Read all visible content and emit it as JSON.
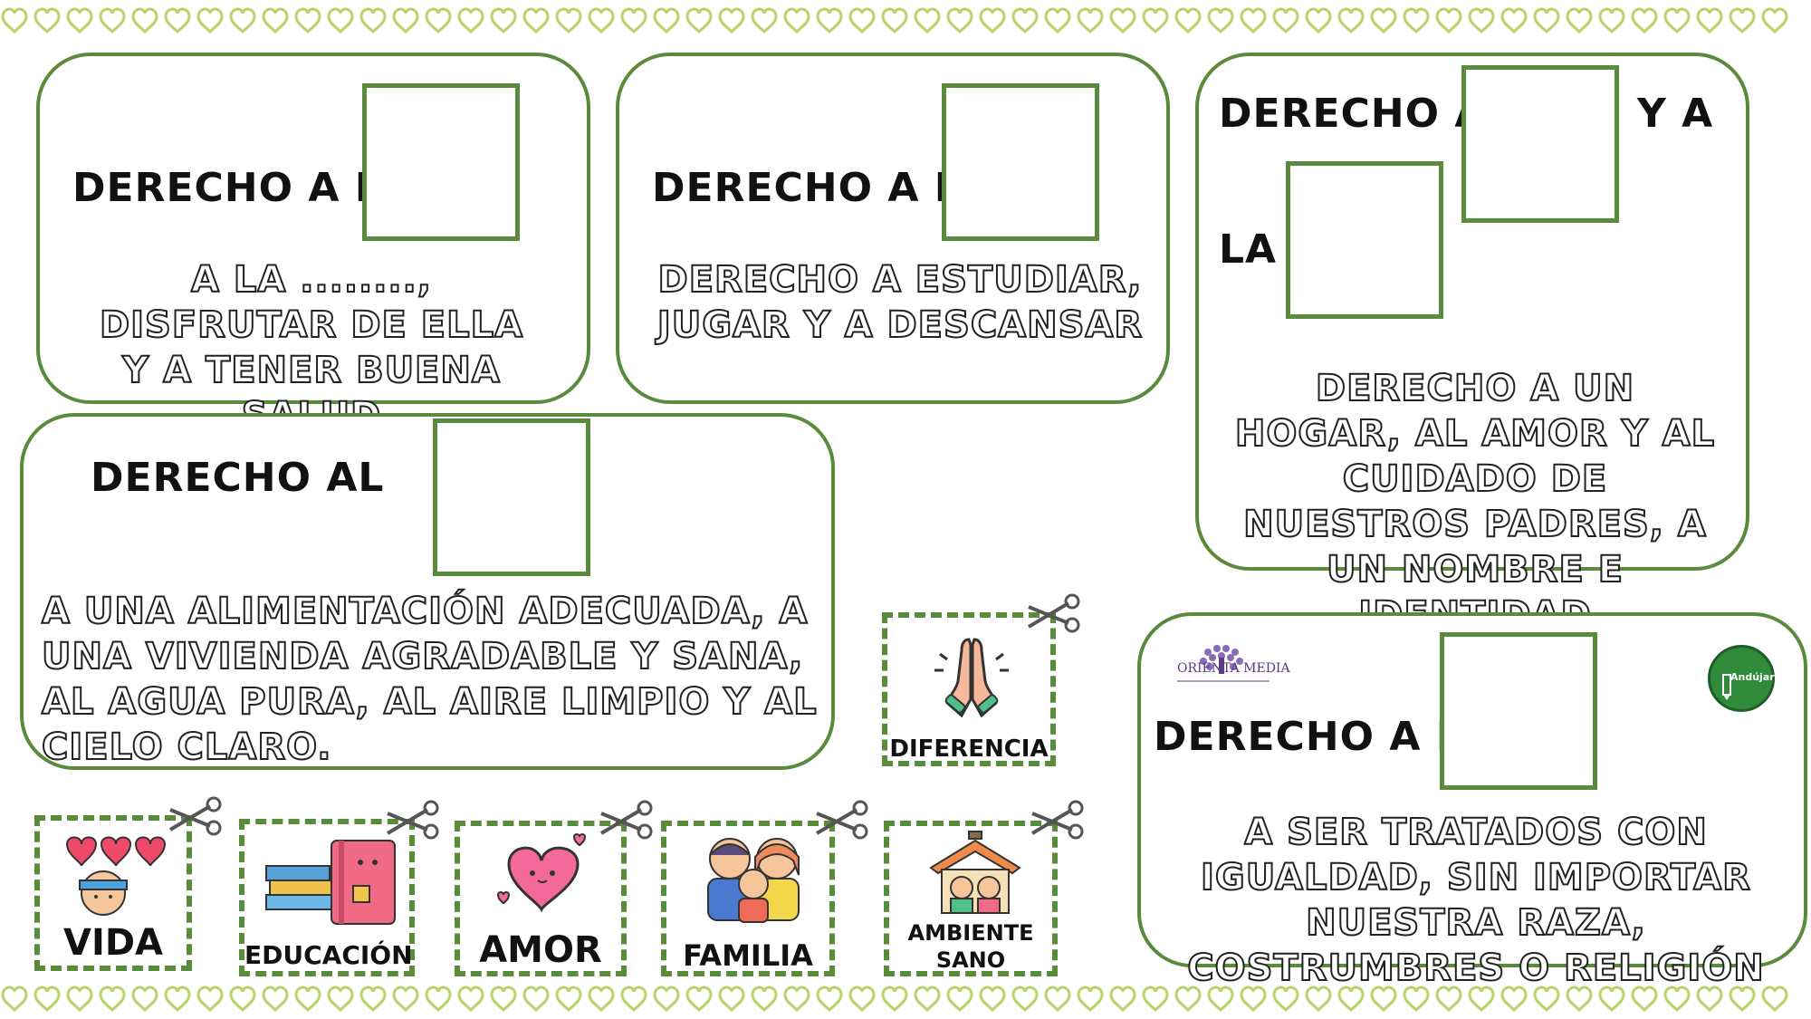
{
  "cards": {
    "vida": {
      "title": "DERECHO A LA",
      "description": "A LA ........, DISFRUTAR DE ELLA Y A TENER BUENA SALUD"
    },
    "educacion": {
      "title": "DERECHO A LA",
      "description": "DERECHO A ESTUDIAR, JUGAR Y A DESCANSAR"
    },
    "familia": {
      "title_part1": "DERECHO AL",
      "title_part2": "Y A",
      "title_part3": "LA",
      "description": "DERECHO A UN HOGAR, AL AMOR Y AL CUIDADO DE NUESTROS PADRES, A UN NOMBRE E IDENTIDAD"
    },
    "ambiente": {
      "title": "DERECHO AL",
      "description": "A UNA ALIMENTACIÓN ADECUADA, A UNA VIVIENDA AGRADABLE Y SANA, AL AGUA PURA, AL AIRE LIMPIO Y AL CIELO CLARO."
    },
    "diferencia": {
      "title": "DERECHO A LA",
      "description": "A SER TRATADOS CON IGUALDAD, SIN IMPORTAR NUESTRA RAZA, COSTRUMBRES O RELIGIÓN",
      "logo_left": "ORIENTA MEDIA",
      "logo_right": "Andújar"
    }
  },
  "cutouts": {
    "diferencia": "DIFERENCIA",
    "vida": "VIDA",
    "educacion": "EDUCACIÓN",
    "amor": "AMOR",
    "familia": "FAMILIA",
    "ambiente_line1": "AMBIENTE",
    "ambiente_line2": "SANO"
  },
  "colors": {
    "accent_green": "#5a8a3c",
    "border_lime": "#b9d36a"
  },
  "icons": [
    "heart-border-icon",
    "scissors-icon",
    "praying-hands-icon",
    "hearts-child-icon",
    "books-icon",
    "heart-icon",
    "family-icon",
    "house-icon"
  ]
}
